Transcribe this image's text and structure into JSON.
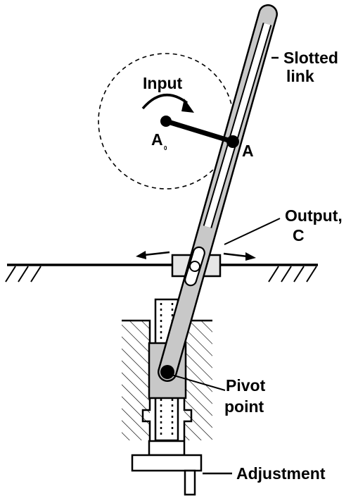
{
  "labels": {
    "input": "Input",
    "a0_main": "A",
    "a0_sub": "0",
    "a": "A",
    "slotted_line1": "Slotted",
    "slotted_line2": "link",
    "output_line1": "Output,",
    "output_line2": "C",
    "pivot_line1": "Pivot",
    "pivot_line2": "point",
    "adjustment": "Adjustment"
  },
  "colors": {
    "link_fill": "#c8c8c8",
    "stroke": "#000000",
    "background": "#ffffff"
  }
}
